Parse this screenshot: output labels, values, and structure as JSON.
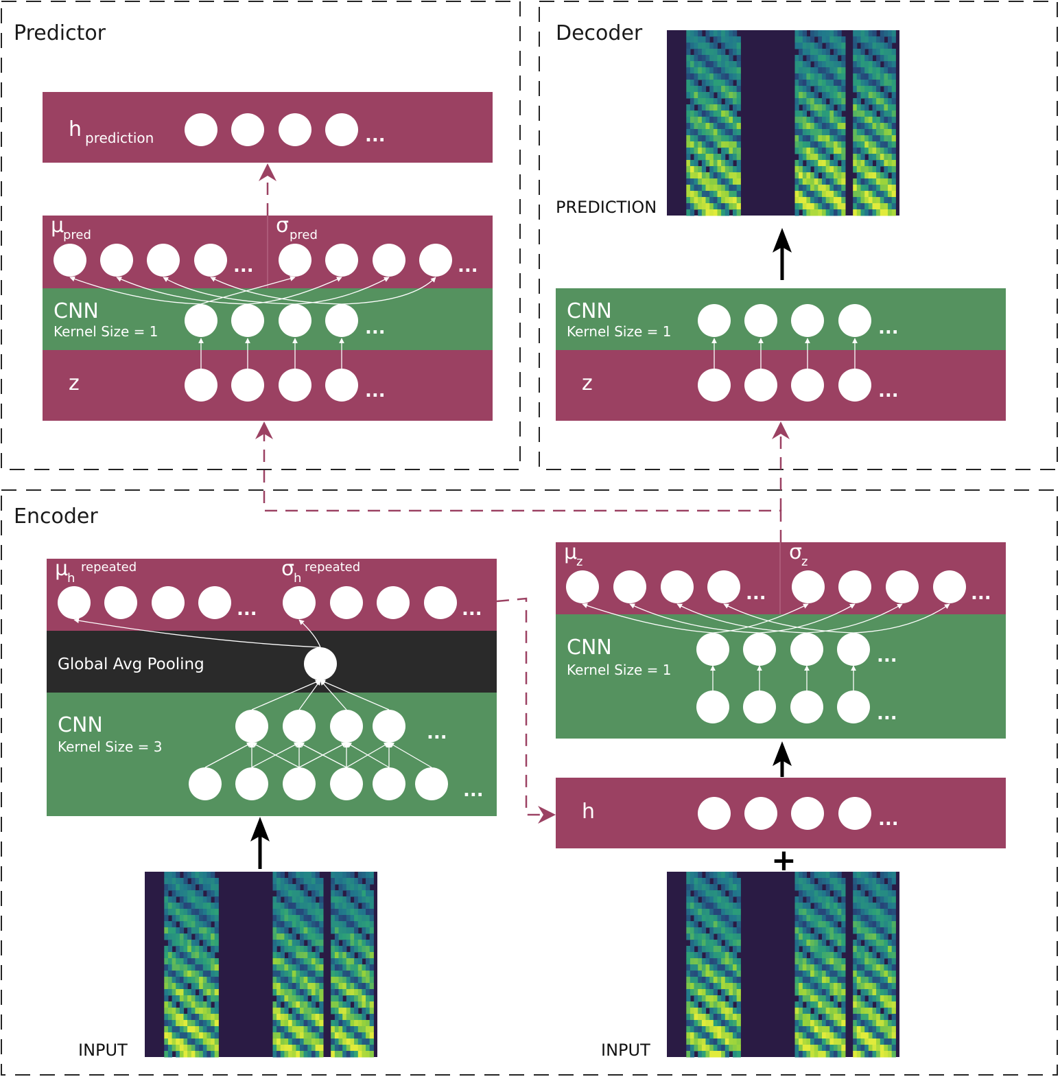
{
  "panels": {
    "predictor": "Predictor",
    "decoder": "Decoder",
    "encoder": "Encoder"
  },
  "predictor": {
    "h_label": "h",
    "h_sub": "prediction",
    "mu_label": "μ",
    "mu_sub": "pred",
    "sigma_label": "σ",
    "sigma_sub": "pred",
    "cnn_label": "CNN",
    "cnn_kernel": "Kernel Size = 1",
    "z_label": "z"
  },
  "decoder": {
    "prediction_label": "PREDICTION",
    "cnn_label": "CNN",
    "cnn_kernel": "Kernel Size = 1",
    "z_label": "z"
  },
  "encoder_left": {
    "mu_label": "μ",
    "mu_sub": "h",
    "mu_note": "repeated",
    "sigma_label": "σ",
    "sigma_sub": "h",
    "sigma_note": "repeated",
    "pool_label": "Global Avg Pooling",
    "cnn_label": "CNN",
    "cnn_kernel": "Kernel Size = 3",
    "input_label": "INPUT"
  },
  "encoder_right": {
    "mu_label": "μ",
    "mu_sub": "z",
    "sigma_label": "σ",
    "sigma_sub": "z",
    "cnn_label": "CNN",
    "cnn_kernel": "Kernel Size = 1",
    "h_label": "h",
    "plus": "+",
    "input_label": "INPUT"
  },
  "ellipsis": "...",
  "colors": {
    "latent_layer": "#9b4162",
    "cnn_layer": "#55925f",
    "pool_layer": "#2a2a2a",
    "flow_arrow": "#9b4162",
    "spectrogram_bg": "#2a1b44"
  }
}
